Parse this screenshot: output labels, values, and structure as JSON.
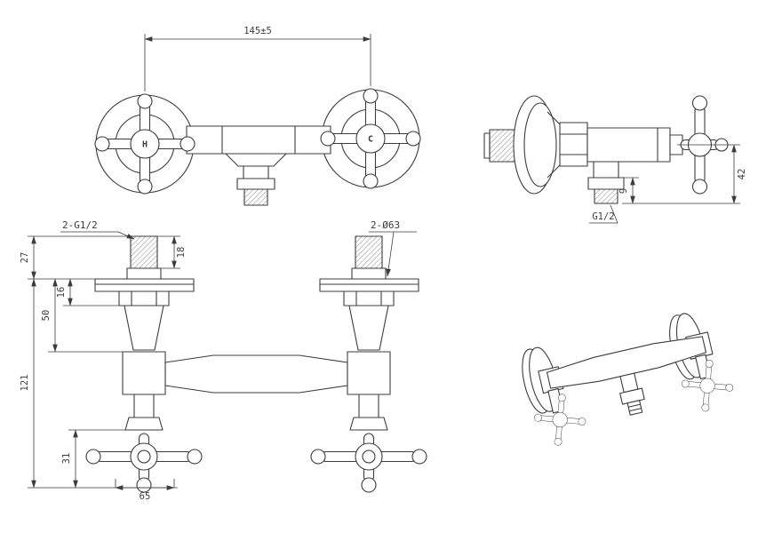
{
  "drawing": {
    "background_color": "#ffffff",
    "line_color": "#3c3c3c",
    "views": {
      "front": {
        "label_hot": "H",
        "label_cold": "C",
        "dim_center_distance": "145±5"
      },
      "side": {
        "dim_outlet_height": "42",
        "dim_outlet_thread": "9",
        "label_outlet_thread": "G1/2"
      },
      "plan": {
        "callout_inlet_threads": "2-G1/2",
        "callout_flange_diameter": "2-Ø63",
        "dim_inlet_thread_length": "18",
        "dim_inlet_projection": "27",
        "dim_flange_depth": "16",
        "dim_flange_to_body": "50",
        "dim_total_depth": "121",
        "dim_handle_depth": "31",
        "dim_handle_width": "65"
      }
    }
  }
}
